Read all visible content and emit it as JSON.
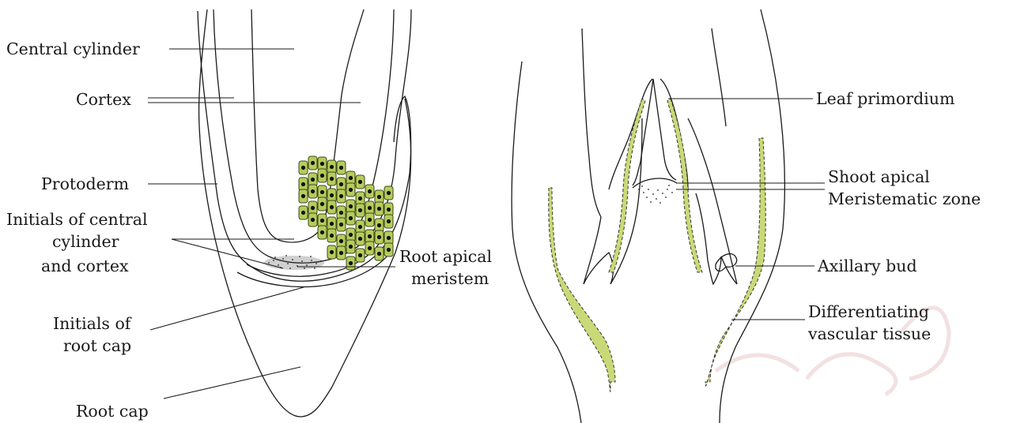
{
  "root_tip": {
    "labels": {
      "central_cylinder": "Central cylinder",
      "cortex": "Cortex",
      "protoderm": "Protoderm",
      "initials_central_1": "Initials of central",
      "initials_central_2": "cylinder",
      "initials_central_3": "and cortex",
      "root_apical_1": "Root apical",
      "root_apical_2": "meristem",
      "initials_rootcap_1": "Initials of",
      "initials_rootcap_2": "root cap",
      "root_cap": "Root cap"
    }
  },
  "shoot_tip": {
    "labels": {
      "leaf_primordium": "Leaf primordium",
      "shoot_apical_1": "Shoot apical",
      "shoot_apical_2": "Meristematic zone",
      "axillary_bud": "Axillary bud",
      "diff_vascular_1": "Differentiating",
      "diff_vascular_2": "vascular tissue"
    }
  },
  "colors": {
    "cell_fill": "#b5cc5c",
    "vascular_fill": "#c9d977",
    "line": "#1a1a1a"
  }
}
